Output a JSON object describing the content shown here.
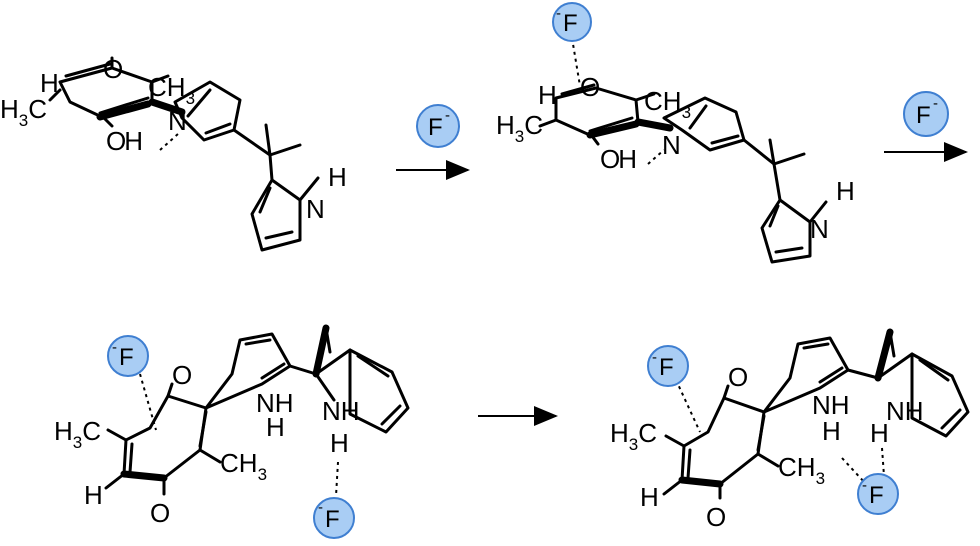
{
  "ions": {
    "f": "F",
    "charge": "-",
    "circle_fill": "#a9cdf4",
    "circle_stroke": "#3f7fd1"
  },
  "molecule_1": {
    "h": "H",
    "o": "O",
    "o2": "O",
    "h2": "H",
    "n": "N",
    "ch3_c": "CH",
    "ch3_sub": "3",
    "h3c_h": "H",
    "h3c_sub": "3",
    "h3c_c": "C"
  },
  "molecule_2": {
    "h": "H",
    "o": "O",
    "o2": "O",
    "h2": "H",
    "n": "N",
    "ch3_c": "CH",
    "ch3_sub": "3",
    "h3c_h": "H",
    "h3c_sub": "3",
    "h3c_c": "C"
  },
  "molecule_3": {
    "h": "H",
    "o": "O",
    "nh": "NH",
    "ch3_c": "CH",
    "ch3_sub": "3",
    "h3c_h": "H",
    "h3c_sub": "3",
    "h3c_c": "C"
  },
  "molecule_4": {
    "h": "H",
    "o": "O",
    "nh": "NH",
    "ch3_c": "CH",
    "ch3_sub": "3",
    "h3c_h": "H",
    "h3c_sub": "3",
    "h3c_c": "C"
  }
}
